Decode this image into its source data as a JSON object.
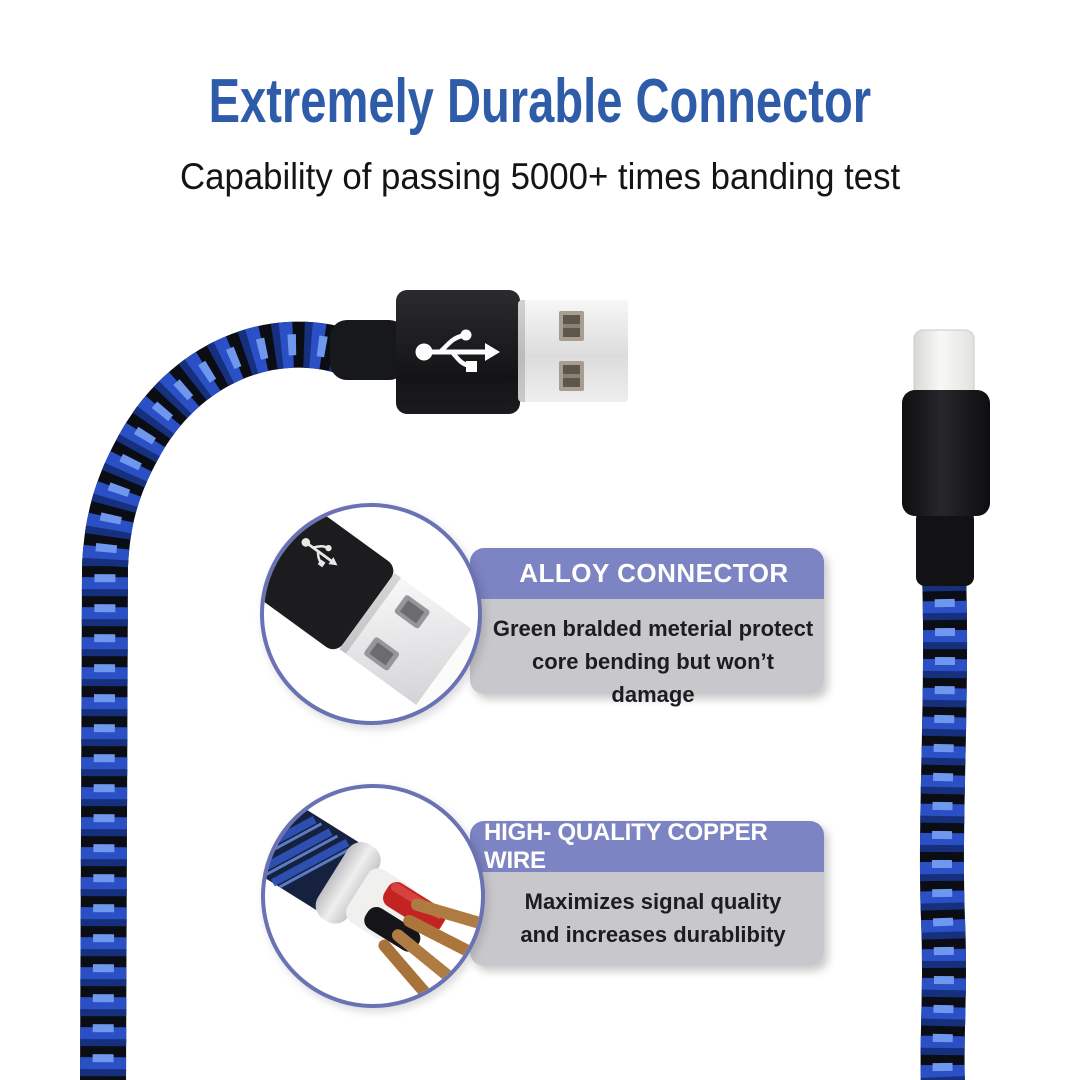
{
  "page": {
    "background": "#ffffff"
  },
  "header": {
    "title": "Extremely Durable Connector",
    "subtitle": "Capability of passing 5000+ times banding test"
  },
  "callouts": [
    {
      "header": "ALLOY CONNECTOR",
      "body_lines": [
        "Green bralded meterial protect",
        "core bending but won’t damage"
      ]
    },
    {
      "header": "HIGH- QUALITY COPPER WIRE",
      "body_lines": [
        "Maximizes signal quality",
        "and increases durablibity"
      ]
    }
  ],
  "figures": {
    "usb_plug": "usb-a-connector",
    "lightning_plug": "lightning-connector",
    "circle_1": "usb-connector-closeup",
    "circle_2": "copper-wire-cross-section",
    "cable": "blue-black-braided-cable"
  },
  "colors": {
    "title_blue": "#2f5ca9",
    "callout_header_bg": "#7d84c3",
    "callout_body_bg": "#c8c7cb",
    "circle_border": "#6a72b4",
    "cable_black": "#0a0d14",
    "cable_blue": "#2b50c6",
    "cable_blue_dark": "#16307e",
    "cable_blue_light": "#6f97ee"
  }
}
